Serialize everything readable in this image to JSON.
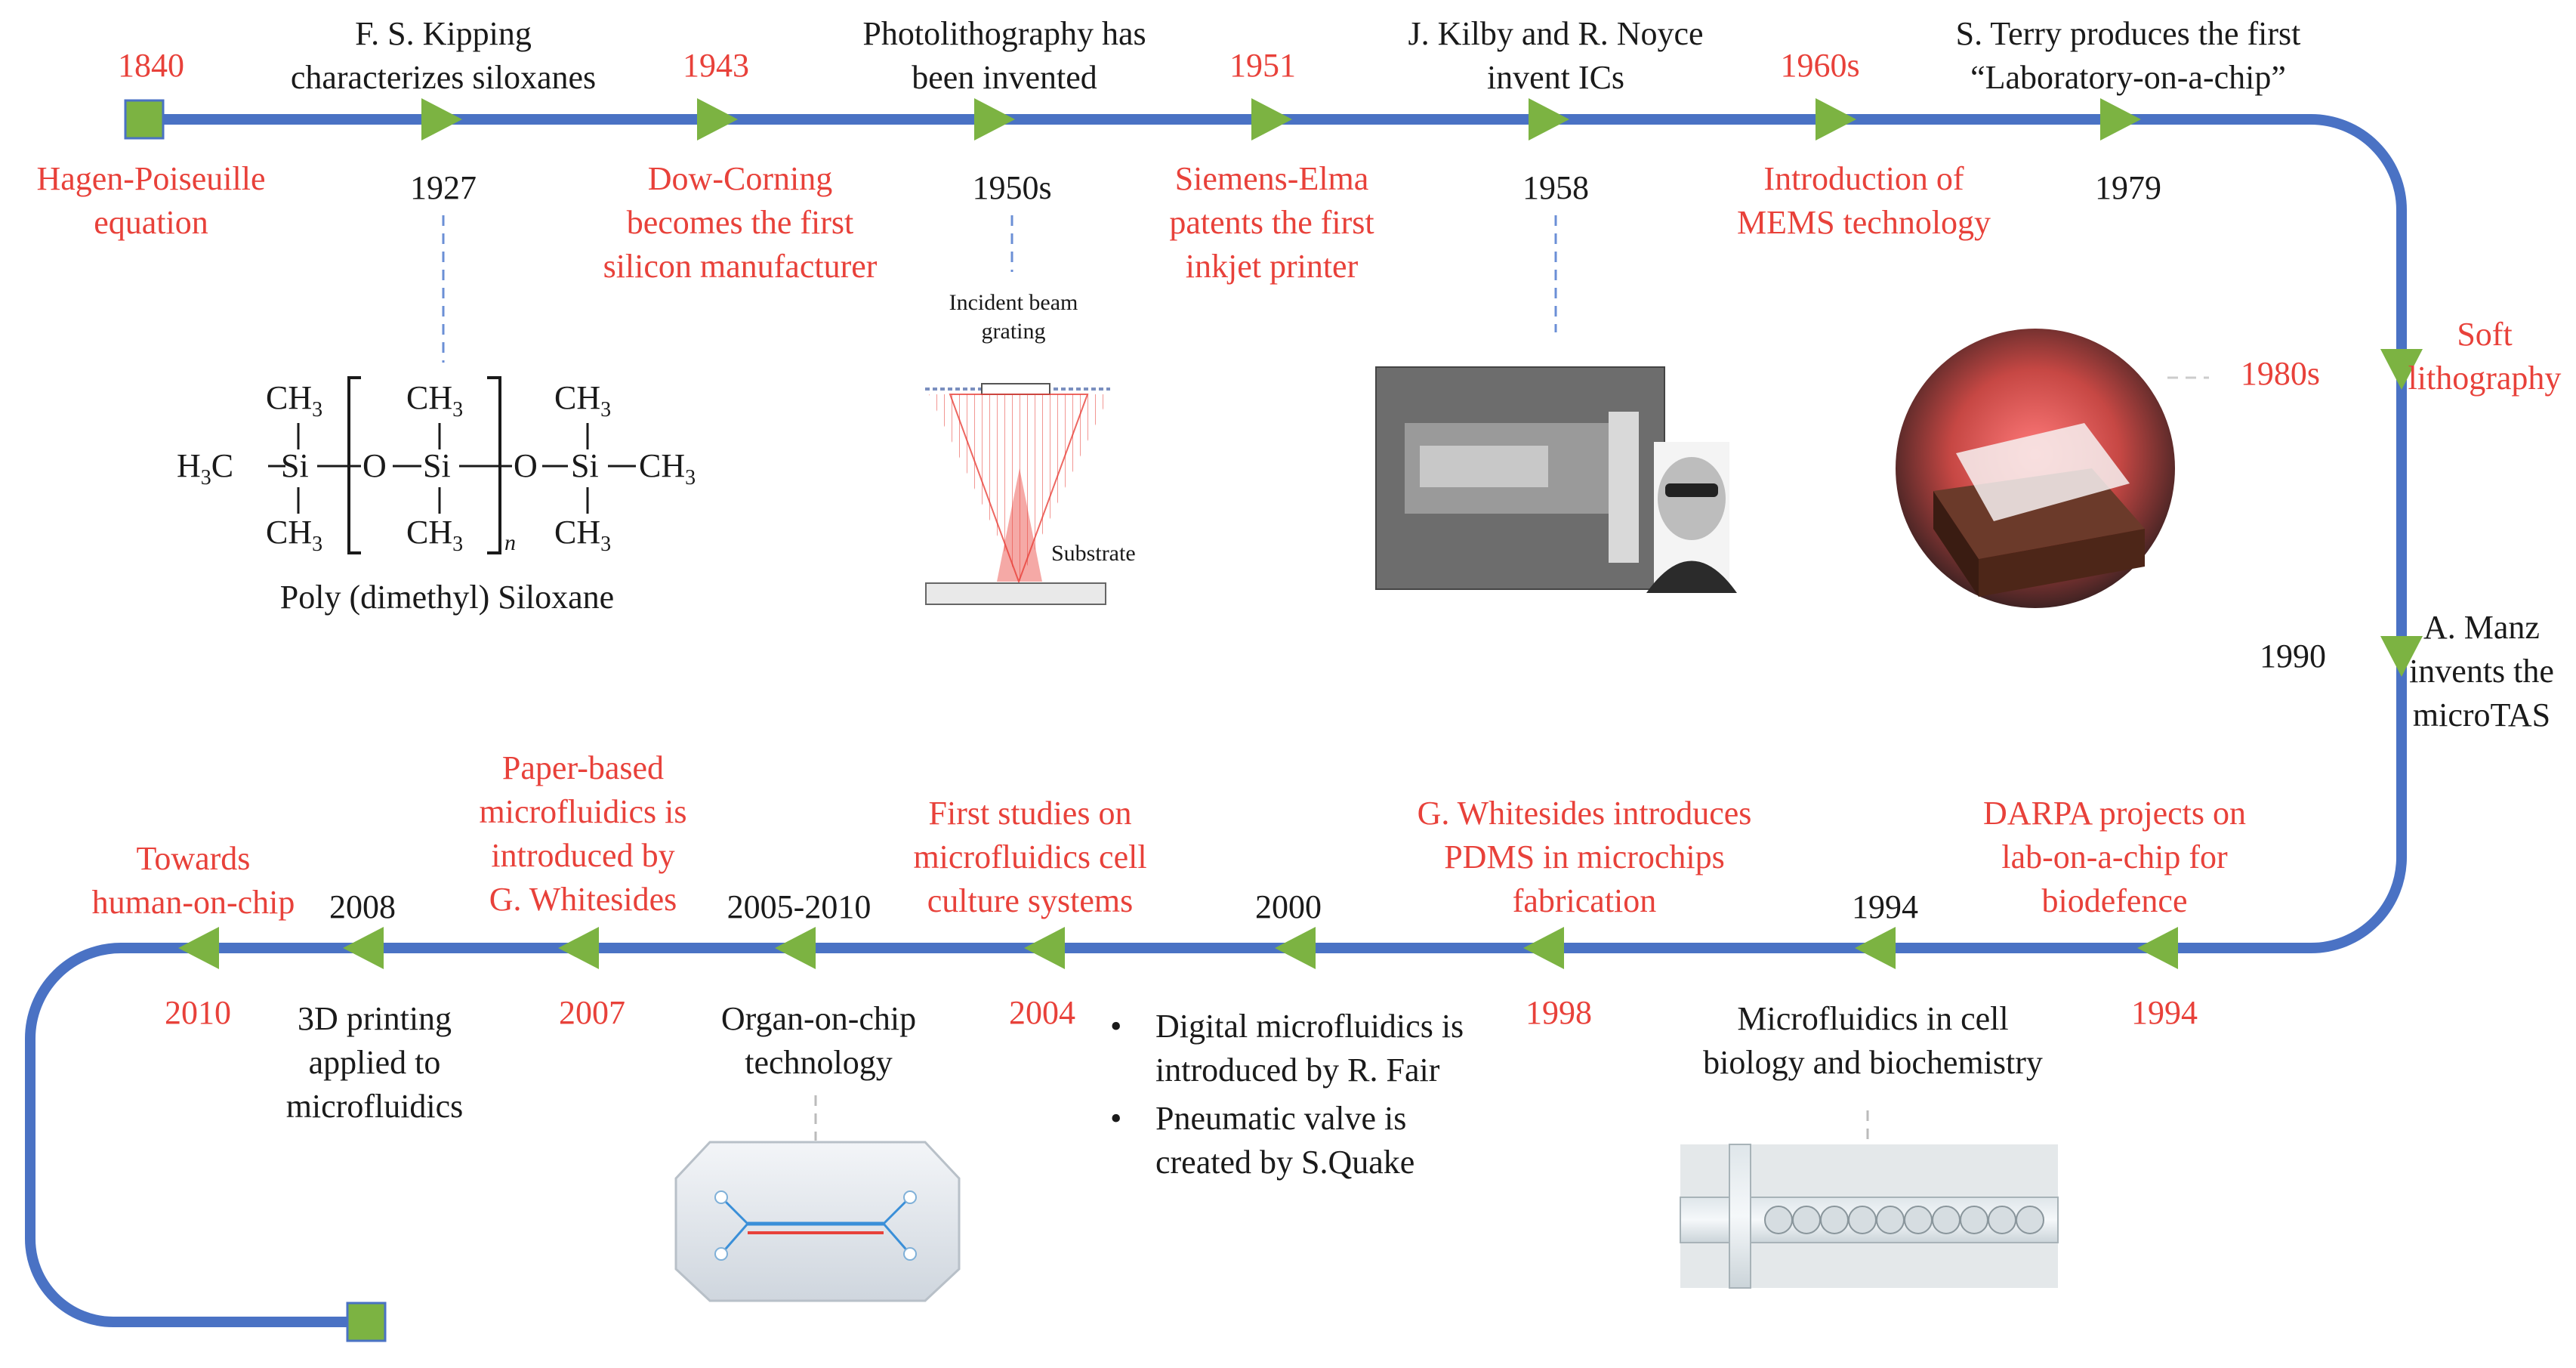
{
  "colors": {
    "line": "#4a72c4",
    "marker": "#7cb342",
    "red_text": "#e8413a",
    "black_text": "#1a1a1a"
  },
  "top_row": {
    "event_1840": {
      "year": "1840",
      "text": "Hagen-Poiseuille\nequation"
    },
    "event_1927": {
      "year": "1927",
      "text": "F. S. Kipping\ncharacterizes siloxanes"
    },
    "event_1943": {
      "year": "1943",
      "text": "Dow-Corning\nbecomes the first\nsilicon manufacturer"
    },
    "event_1950s": {
      "year": "1950s",
      "text": "Photolithography has\nbeen invented"
    },
    "event_1951": {
      "year": "1951",
      "text": "Siemens-Elma\npatents the first\ninkjet printer"
    },
    "event_1958": {
      "year": "1958",
      "text": "J. Kilby and R. Noyce\ninvent ICs"
    },
    "event_1960s": {
      "year": "1960s",
      "text": "Introduction of\nMEMS technology"
    },
    "event_1979": {
      "year": "1979",
      "text": "S. Terry produces the first\n“Laboratory-on-a-chip”"
    }
  },
  "right_side": {
    "event_1980s": {
      "year": "1980s",
      "text": "Soft\nlithography"
    },
    "event_1990": {
      "year": "1990",
      "text": "A. Manz\ninvents the\nmicroTAS"
    }
  },
  "bottom_row": {
    "event_1994_darpa": {
      "year": "1994",
      "text": "DARPA projects on\nlab-on-a-chip for\nbiodefence"
    },
    "event_1994_cell": {
      "year": "1994",
      "text": "Microfluidics in cell\nbiology and biochemistry"
    },
    "event_1998": {
      "year": "1998",
      "text": "G. Whitesides introduces\nPDMS in microchips\nfabrication"
    },
    "event_2000": {
      "year": "2000",
      "bullets": [
        "Digital microfluidics is\nintroduced by R. Fair",
        "Pneumatic valve is\ncreated by S.Quake"
      ]
    },
    "event_2004": {
      "year": "2004",
      "text": "First studies on\nmicrofluidics cell\nculture systems"
    },
    "event_2005_2010": {
      "year": "2005-2010",
      "text": "Organ-on-chip\ntechnology"
    },
    "event_2007": {
      "year": "2007",
      "text": "Paper-based\nmicrofluidics is\nintroduced by\nG. Whitesides"
    },
    "event_2008": {
      "year": "2008",
      "text": "3D printing\napplied to\nmicrofluidics"
    },
    "event_2010": {
      "year": "2010",
      "text": "Towards\nhuman-on-chip"
    }
  },
  "images": {
    "siloxane": {
      "caption": "Poly (dimethyl) Siloxane",
      "ch3": "CH",
      "sub3": "3",
      "h3c": "H",
      "c": "C",
      "si": "Si",
      "o": "O",
      "n": "n"
    },
    "photolithography": {
      "label_beam": "Incident beam\ngrating",
      "label_substrate": "Substrate"
    }
  }
}
